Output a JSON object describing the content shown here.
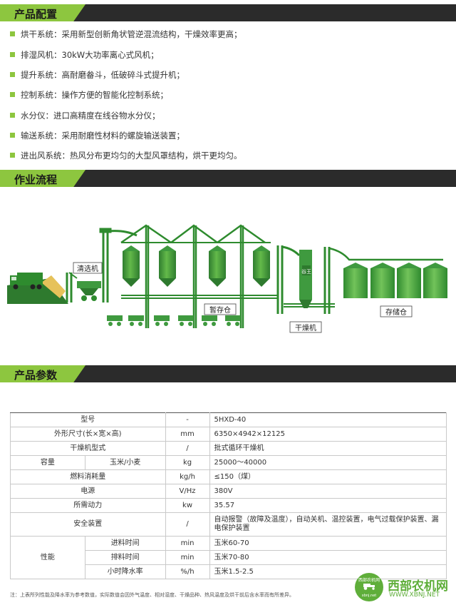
{
  "config_section": {
    "title": "产品配置",
    "features": [
      "烘干系统：采用新型创新角状管逆混流结构，干燥效率更高；",
      "排湿风机：30kW大功率离心式风机；",
      "提升系统：高耐磨畚斗，低破碎斗式提升机；",
      "控制系统：操作方便的智能化控制系统；",
      "水分仪：进口高精度在线谷物水分仪；",
      "输送系统：采用耐磨性材料的螺旋输送装置；",
      "进出风系统：热风分布更均匀的大型风罩结构，烘干更均匀。"
    ]
  },
  "flow_section": {
    "title": "作业流程",
    "labels": {
      "cleaning": "清选机",
      "temp_storage": "暂存仓",
      "dryer": "干燥机",
      "storage": "存储仓",
      "dryer_mark": "谷王"
    },
    "temp_bin_count": 4,
    "storage_bin_count": 4
  },
  "params_section": {
    "title": "产品参数",
    "rows": [
      {
        "group": "型号",
        "item": "",
        "unit": "-",
        "value": "5HXD-40"
      },
      {
        "group": "外形尺寸(长×宽×高)",
        "item": "",
        "unit": "mm",
        "value": "6350×4942×12125"
      },
      {
        "group": "干燥机型式",
        "item": "",
        "unit": "/",
        "value": "批式循环干燥机"
      },
      {
        "group": "容量",
        "item": "玉米/小麦",
        "unit": "kg",
        "value": "25000～40000"
      },
      {
        "group": "燃料消耗量",
        "item": "",
        "unit": "kg/h",
        "value": "≤150（煤）"
      },
      {
        "group": "电源",
        "item": "",
        "unit": "V/Hz",
        "value": "380V"
      },
      {
        "group": "所需动力",
        "item": "",
        "unit": "kw",
        "value": "35.57"
      },
      {
        "group": "安全装置",
        "item": "",
        "unit": "/",
        "value": "自动报警（故障及温度），自动关机、温控装置，电气过载保护装置、漏电保护装置"
      },
      {
        "group": "性能",
        "item": "进料时间",
        "unit": "min",
        "value": "玉米60-70"
      },
      {
        "group": "性能",
        "item": "排料时间",
        "unit": "min",
        "value": "玉米70-80"
      },
      {
        "group": "性能",
        "item": "小时降水率",
        "unit": "%/h",
        "value": "玉米1.5-2.5"
      }
    ],
    "note": "注：上表所列性能及降水率为参考数值，实际数值会因外气温度、相对湿度、干燥品种、热风温度及烘干前后含水率而有所差异。"
  },
  "watermark": {
    "name": "西部农机网",
    "url": "WWW.XBNJ.NET",
    "circle_text": "西部农机网",
    "circle_url": "xbnj.net"
  },
  "colors": {
    "accent": "#8dc63f",
    "header_bg": "#2b2b2b",
    "machine_green": "#3f9a3f"
  }
}
